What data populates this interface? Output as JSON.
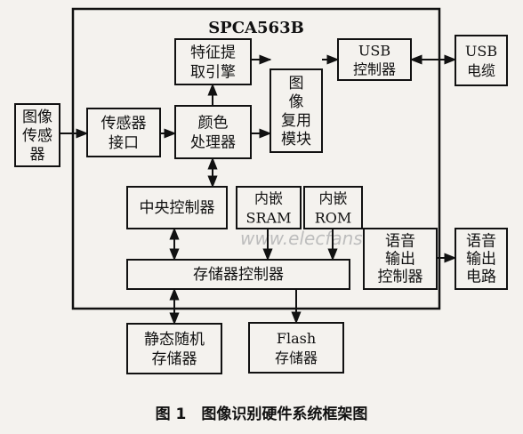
{
  "diagram": {
    "chip_title": "SPCA563B",
    "blocks": {
      "image_sensor": [
        "图像",
        "传感",
        "器"
      ],
      "sensor_interface": [
        "传感器",
        "接口"
      ],
      "feature_engine": [
        "特征提",
        "取引擎"
      ],
      "color_processor": [
        "颜色",
        "处理器"
      ],
      "image_mux": [
        "图",
        "像",
        "复用",
        "模块"
      ],
      "usb_controller": [
        "USB",
        "控制器"
      ],
      "usb_cable": [
        "USB",
        "电缆"
      ],
      "cpu": [
        "中央控制器"
      ],
      "sram": [
        "内嵌",
        "SRAM"
      ],
      "rom": [
        "内嵌",
        "ROM"
      ],
      "memory_controller": [
        "存储器控制器"
      ],
      "voice_output_controller": [
        "语音",
        "输出",
        "控制器"
      ],
      "voice_output_circuit": [
        "语音",
        "输出",
        "电路"
      ],
      "static_ram": [
        "静态随机",
        "存储器"
      ],
      "flash_memory": [
        "Flash",
        "存储器"
      ]
    },
    "caption": "图 1　图像识别硬件系统框架图",
    "watermark": "www.elecfans.com"
  },
  "colors": {
    "line": "#111111",
    "box_fill": "#f4f2ee",
    "background": "#f4f2ee"
  }
}
